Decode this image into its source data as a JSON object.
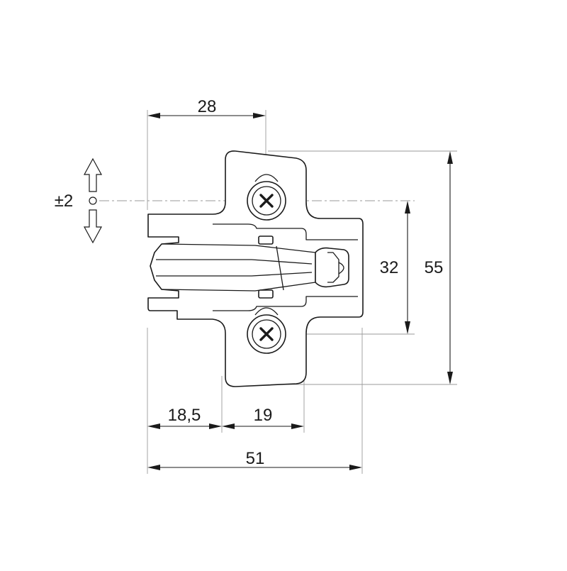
{
  "drawing": {
    "dimensions": {
      "top_width": "28",
      "bottom_left": "18,5",
      "bottom_middle": "19",
      "bottom_total": "51",
      "hole_spacing": "32",
      "total_height": "55"
    },
    "adjustment": {
      "label": "±2"
    }
  }
}
